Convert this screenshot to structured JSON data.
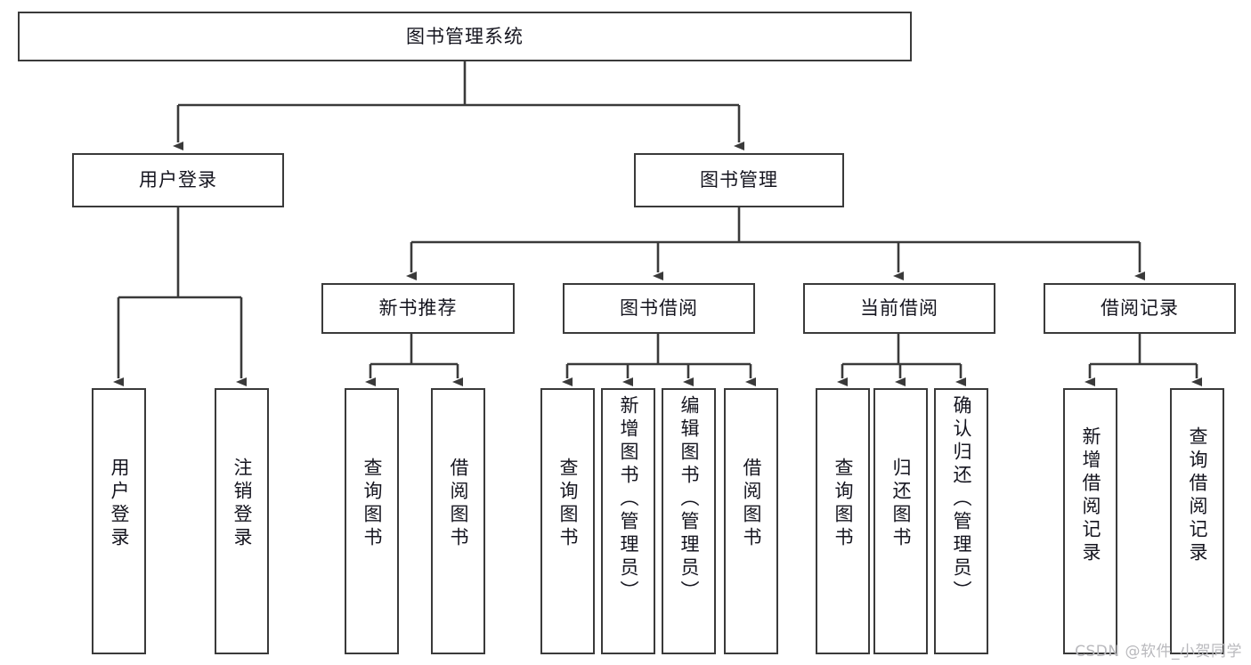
{
  "diagram": {
    "title": "图书管理系统",
    "watermark": "CSDN @软件_小贺同学",
    "colors": {
      "box_border": "#3a3a3a",
      "line": "#3a3a3a",
      "text": "#15151f",
      "background": "#ffffff",
      "watermark": "#b9b9bd"
    },
    "root": {
      "label": "图书管理系统"
    },
    "level2": [
      {
        "label": "用户登录"
      },
      {
        "label": "图书管理"
      }
    ],
    "level3": [
      {
        "label": "新书推荐"
      },
      {
        "label": "图书借阅"
      },
      {
        "label": "当前借阅"
      },
      {
        "label": "借阅记录"
      }
    ],
    "leaves": {
      "user_login": [
        {
          "label": "用户登录"
        },
        {
          "label": "注销登录"
        }
      ],
      "new_book_recommend": [
        {
          "label": "查询图书"
        },
        {
          "label": "借阅图书"
        }
      ],
      "book_borrow": [
        {
          "label": "查询图书"
        },
        {
          "label": "新增图书（管理员）"
        },
        {
          "label": "编辑图书（管理员）"
        },
        {
          "label": "借阅图书"
        }
      ],
      "current_borrow": [
        {
          "label": "查询图书"
        },
        {
          "label": "归还图书"
        },
        {
          "label": "确认归还（管理员）"
        }
      ],
      "borrow_record": [
        {
          "label": "新增借阅记录"
        },
        {
          "label": "查询借阅记录"
        }
      ]
    }
  }
}
